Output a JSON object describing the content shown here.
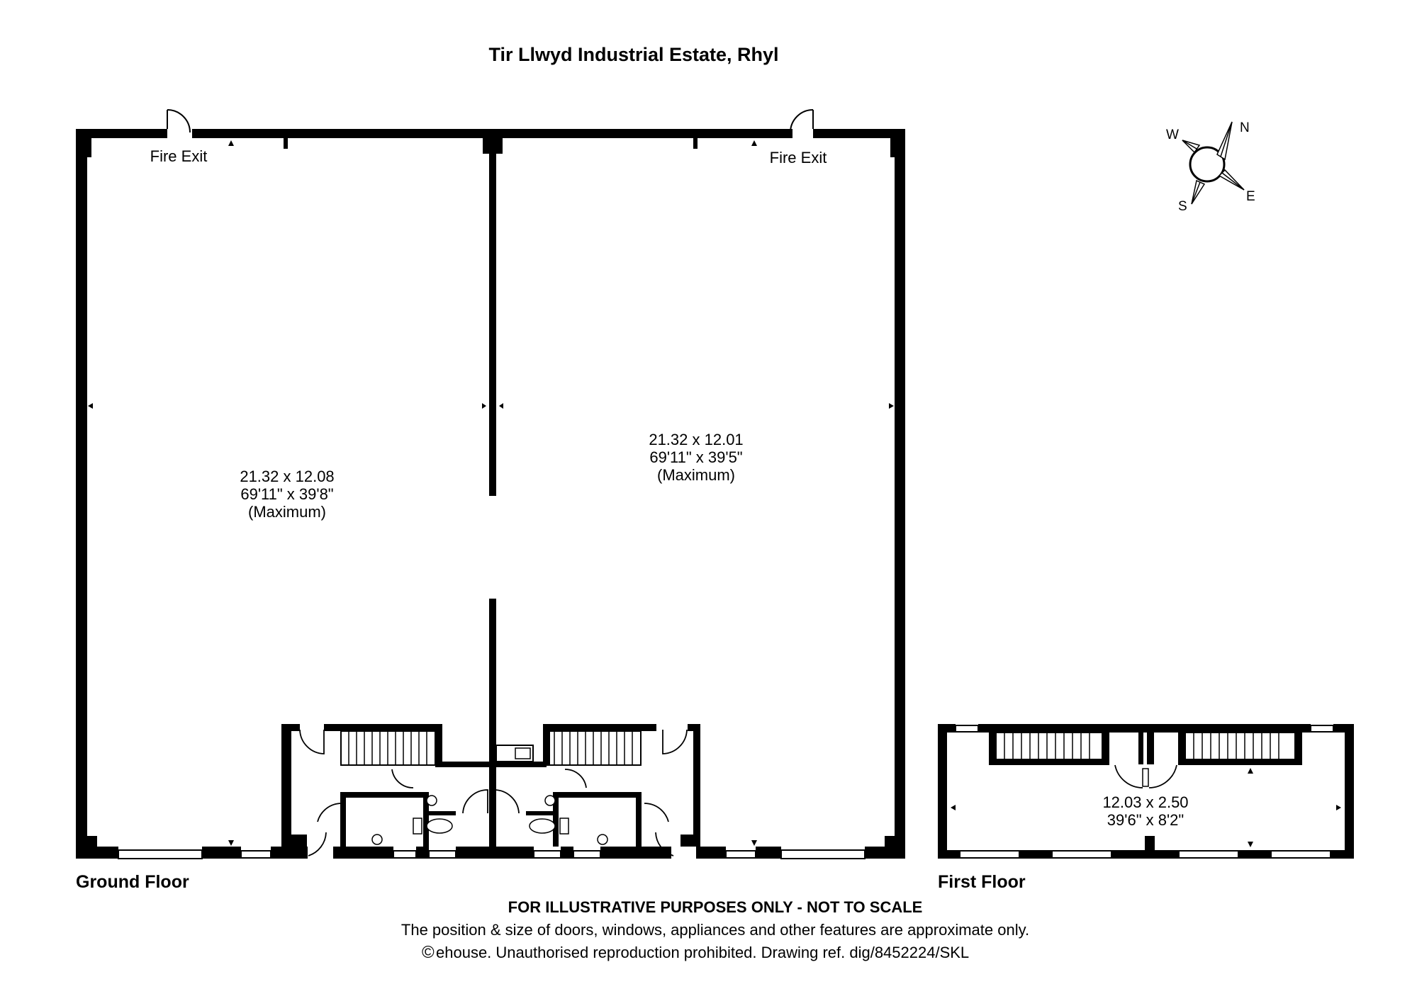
{
  "title": "Tir Llwyd Industrial Estate, Rhyl",
  "ground_floor": {
    "label": "Ground Floor",
    "fire_exit_left": "Fire Exit",
    "fire_exit_right": "Fire Exit",
    "left_room": {
      "metric": "21.32 x 12.08",
      "imperial": "69'11\" x 39'8\"",
      "note": "(Maximum)"
    },
    "right_room": {
      "metric": "21.32 x 12.01",
      "imperial": "69'11\" x 39'5\"",
      "note": "(Maximum)"
    }
  },
  "first_floor": {
    "label": "First Floor",
    "room": {
      "metric": "12.03 x 2.50",
      "imperial": "39'6\" x 8'2\""
    }
  },
  "compass": {
    "n": "N",
    "e": "E",
    "s": "S",
    "w": "W"
  },
  "footer": {
    "disclaimer": "FOR ILLUSTRATIVE PURPOSES ONLY - NOT TO SCALE",
    "note": "The position & size of doors, windows, appliances and other features are approximate only.",
    "copyright_symbol": "©",
    "copyright": "ehouse. Unauthorised reproduction prohibited. Drawing ref. dig/8452224/SKL"
  }
}
